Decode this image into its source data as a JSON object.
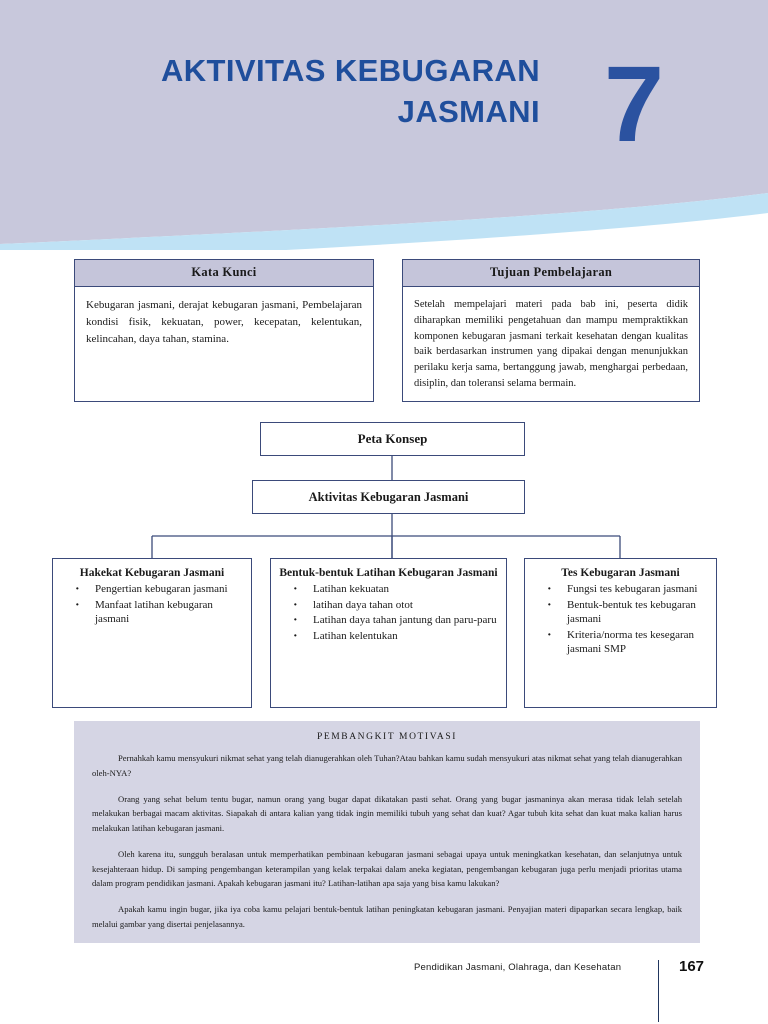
{
  "header": {
    "title_line1": "AKTIVITAS KEBUGARAN",
    "title_line2": "JASMANI",
    "chapter_number": "7",
    "accent_color": "#1f4e9c",
    "banner_bg": "#c8c8dc",
    "wave_color": "#bfe2f5"
  },
  "kata_kunci": {
    "heading": "Kata Kunci",
    "body": "Kebugaran jasmani, derajat kebugaran jasmani, Pembelajaran kondisi fisik, kekuatan, power, kecepatan, kelentukan, kelincahan, daya tahan, stamina."
  },
  "tujuan_pembelajaran": {
    "heading": "Tujuan Pembelajaran",
    "body": "Setelah mempelajari materi pada bab ini, peserta didik diharapkan memiliki pengetahuan dan mampu mempraktikkan komponen kebugaran jasmani terkait kesehatan dengan kualitas baik berdasarkan instrumen yang dipakai dengan menunjukkan perilaku kerja sama, bertanggung jawab, menghargai perbedaan, disiplin, dan toleransi selama bermain."
  },
  "concept_map": {
    "root": "Peta Konsep",
    "level1": "Aktivitas Kebugaran Jasmani",
    "branches": [
      {
        "title": "Hakekat Kebugaran Jasmani",
        "items": [
          "Pengertian kebugaran jasmani",
          "Manfaat latihan kebugaran jasmani"
        ]
      },
      {
        "title": "Bentuk-bentuk Latihan Kebugaran Jasmani",
        "items": [
          "Latihan kekuatan",
          "latihan daya tahan otot",
          "Latihan daya tahan jantung dan paru-paru",
          "Latihan kelentukan"
        ]
      },
      {
        "title": "Tes Kebugaran Jasmani",
        "items": [
          "Fungsi tes kebugaran jasmani",
          "Bentuk-bentuk tes kebugaran jasmani",
          "Kriteria/norma tes kesegaran jasmani SMP"
        ]
      }
    ]
  },
  "motivation": {
    "title": "PEMBANGKIT MOTIVASI",
    "bg_color": "#d5d5e4",
    "paragraphs": [
      "Pernahkah kamu mensyukuri nikmat sehat yang telah dianugerahkan oleh Tuhan?Atau bahkan kamu sudah mensyukuri atas nikmat sehat yang telah dianugerahkan oleh-NYA?",
      "Orang yang sehat belum tentu bugar, namun orang yang bugar dapat dikatakan pasti sehat. Orang yang bugar jasmaninya akan merasa tidak lelah setelah melakukan berbagai macam aktivitas. Siapakah di antara kalian yang tidak ingin memiliki tubuh yang sehat dan kuat? Agar tubuh kita sehat dan kuat maka kalian harus melakukan latihan kebugaran jasmani.",
      "Oleh karena itu, sungguh beralasan untuk memperhatikan pembinaan kebugaran jasmani sebagai upaya untuk meningkatkan kesehatan, dan selanjutnya untuk kesejahteraan hidup. Di samping pengembangan keterampilan yang kelak terpakai dalam aneka kegiatan, pengembangan kebugaran juga perlu menjadi prioritas utama dalam program pendidikan jasmani. Apakah kebugaran jasmani itu? Latihan-latihan apa saja yang bisa kamu lakukan?",
      "Apakah kamu ingin bugar, jika iya coba kamu pelajari bentuk-bentuk latihan peningkatan kebugaran jasmani. Penyajian materi dipaparkan secara lengkap, baik melalui gambar yang disertai penjelasannya."
    ]
  },
  "footer": {
    "text": "Pendidikan Jasmani, Olahraga, dan Kesehatan",
    "page_number": "167"
  }
}
